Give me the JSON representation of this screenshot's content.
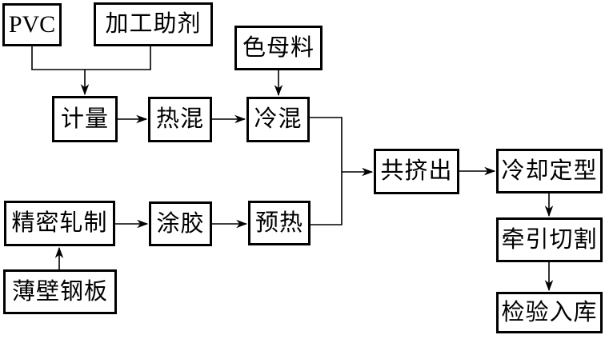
{
  "diagram": {
    "type": "flowchart",
    "description": "PVC co-extrusion production process flow",
    "nodes": {
      "pvc": "PVC",
      "processing_aid": "加工助剂",
      "color_masterbatch": "色母料",
      "metering": "计量",
      "hot_mixing": "热混",
      "cold_mixing": "冷混",
      "co_extrusion": "共挤出",
      "cooling_shaping": "冷却定型",
      "precision_rolling": "精密轧制",
      "glue_coating": "涂胶",
      "preheating": "预热",
      "traction_cutting": "牵引切割",
      "thin_wall_steel_plate": "薄壁钢板",
      "inspection_storage": "检验入库"
    },
    "edges": [
      {
        "from": "pvc",
        "to": "metering"
      },
      {
        "from": "processing_aid",
        "to": "metering"
      },
      {
        "from": "metering",
        "to": "hot_mixing"
      },
      {
        "from": "hot_mixing",
        "to": "cold_mixing"
      },
      {
        "from": "color_masterbatch",
        "to": "cold_mixing"
      },
      {
        "from": "cold_mixing",
        "to": "co_extrusion"
      },
      {
        "from": "thin_wall_steel_plate",
        "to": "precision_rolling"
      },
      {
        "from": "precision_rolling",
        "to": "glue_coating"
      },
      {
        "from": "glue_coating",
        "to": "preheating"
      },
      {
        "from": "preheating",
        "to": "co_extrusion"
      },
      {
        "from": "co_extrusion",
        "to": "cooling_shaping"
      },
      {
        "from": "cooling_shaping",
        "to": "traction_cutting"
      },
      {
        "from": "traction_cutting",
        "to": "inspection_storage"
      }
    ],
    "colors": {
      "line": "#000000",
      "box_border": "#000000",
      "box_fill": "#ffffff",
      "background": "#ffffff"
    }
  }
}
